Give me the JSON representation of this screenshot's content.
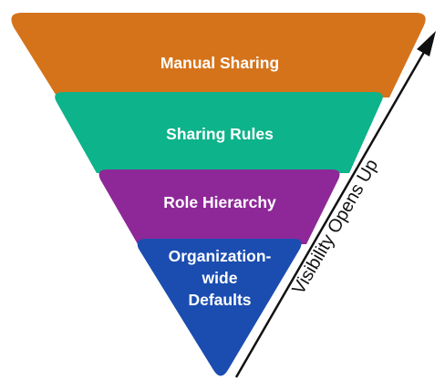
{
  "diagram": {
    "tiers": [
      {
        "label_lines": [
          "Manual Sharing"
        ],
        "color": "#D5731B"
      },
      {
        "label_lines": [
          "Sharing Rules"
        ],
        "color": "#0DB38A"
      },
      {
        "label_lines": [
          "Role Hierarchy"
        ],
        "color": "#8E2898"
      },
      {
        "label_lines": [
          "Organization-",
          "wide",
          "Defaults"
        ],
        "color": "#1B4DB0"
      }
    ],
    "arrow": {
      "label": "Visibility Opens Up",
      "color": "#111111"
    }
  }
}
